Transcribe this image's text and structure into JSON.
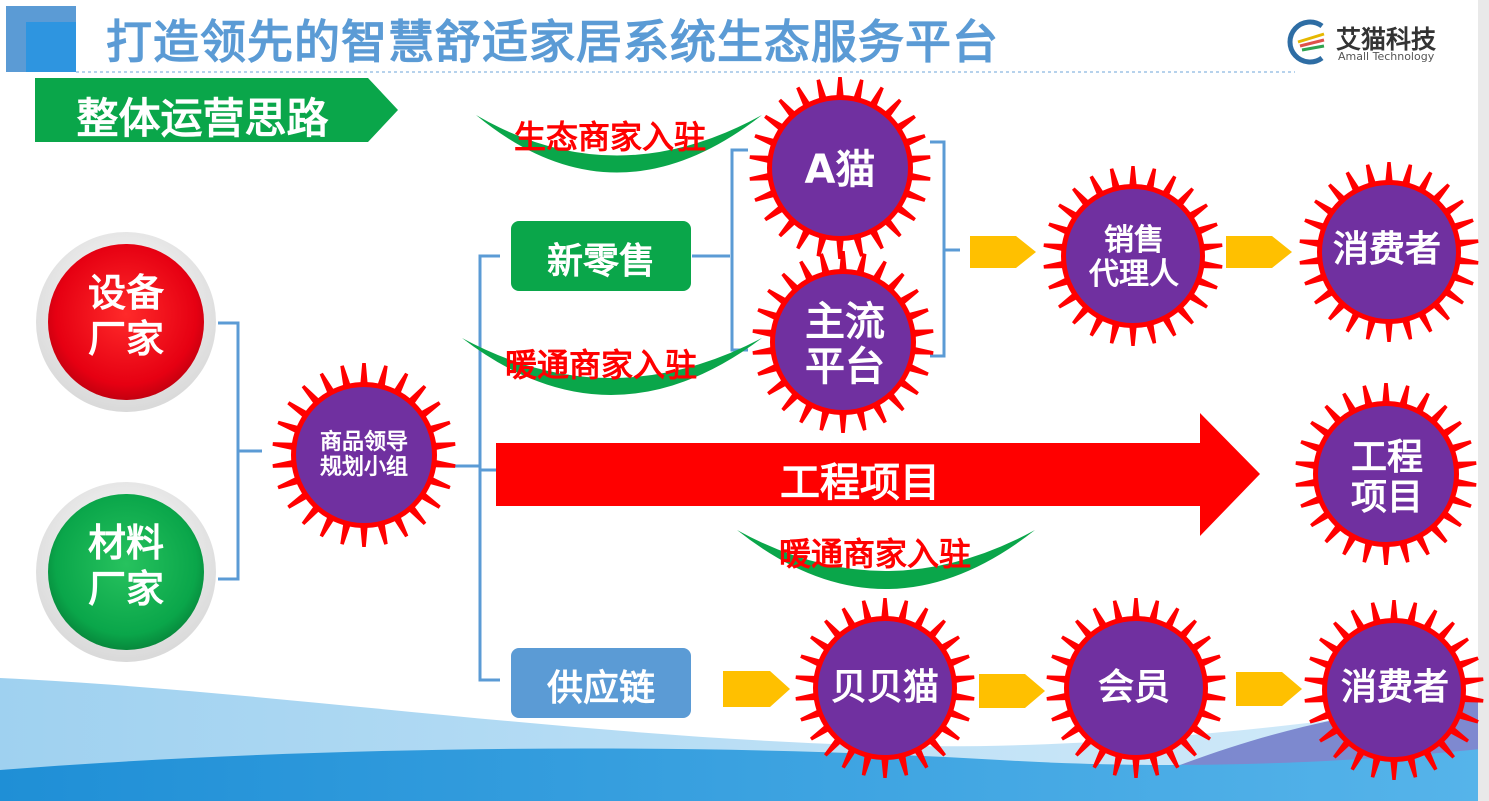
{
  "title": "打造领先的智慧舒适家居系统生态服务平台",
  "logo": {
    "name_cn": "艾猫科技",
    "name_en": "Amall Technology"
  },
  "section_label": "整体运营思路",
  "sources": {
    "equipment": {
      "line1": "设备",
      "line2": "厂家"
    },
    "material": {
      "line1": "材料",
      "line2": "厂家"
    }
  },
  "hub": {
    "line1": "商品领导",
    "line2": "规划小组"
  },
  "channels": {
    "new_retail": "新零售",
    "supply_chain": "供应链",
    "engineering_arrow": "工程项目"
  },
  "merchants": {
    "eco": "生态商家入驻",
    "hvac_top": "暖通商家入驻",
    "hvac_bottom": "暖通商家入驻"
  },
  "gears": {
    "a_mao": "A猫",
    "mainstream": {
      "line1": "主流",
      "line2": "平台"
    },
    "agent": {
      "line1": "销售",
      "line2": "代理人"
    },
    "consumer_top": "消费者",
    "engineering": {
      "line1": "工程",
      "line2": "项目"
    },
    "beibei": "贝贝猫",
    "member": "会员",
    "consumer_bottom": "消费者"
  },
  "colors": {
    "title_blue": "#5b9bd5",
    "green": "#0aa64a",
    "red": "#ff0000",
    "purple": "#7030a0",
    "yellow": "#ffc000",
    "bracket_blue": "#5b9bd5",
    "supply_blue": "#5b9bd5"
  }
}
